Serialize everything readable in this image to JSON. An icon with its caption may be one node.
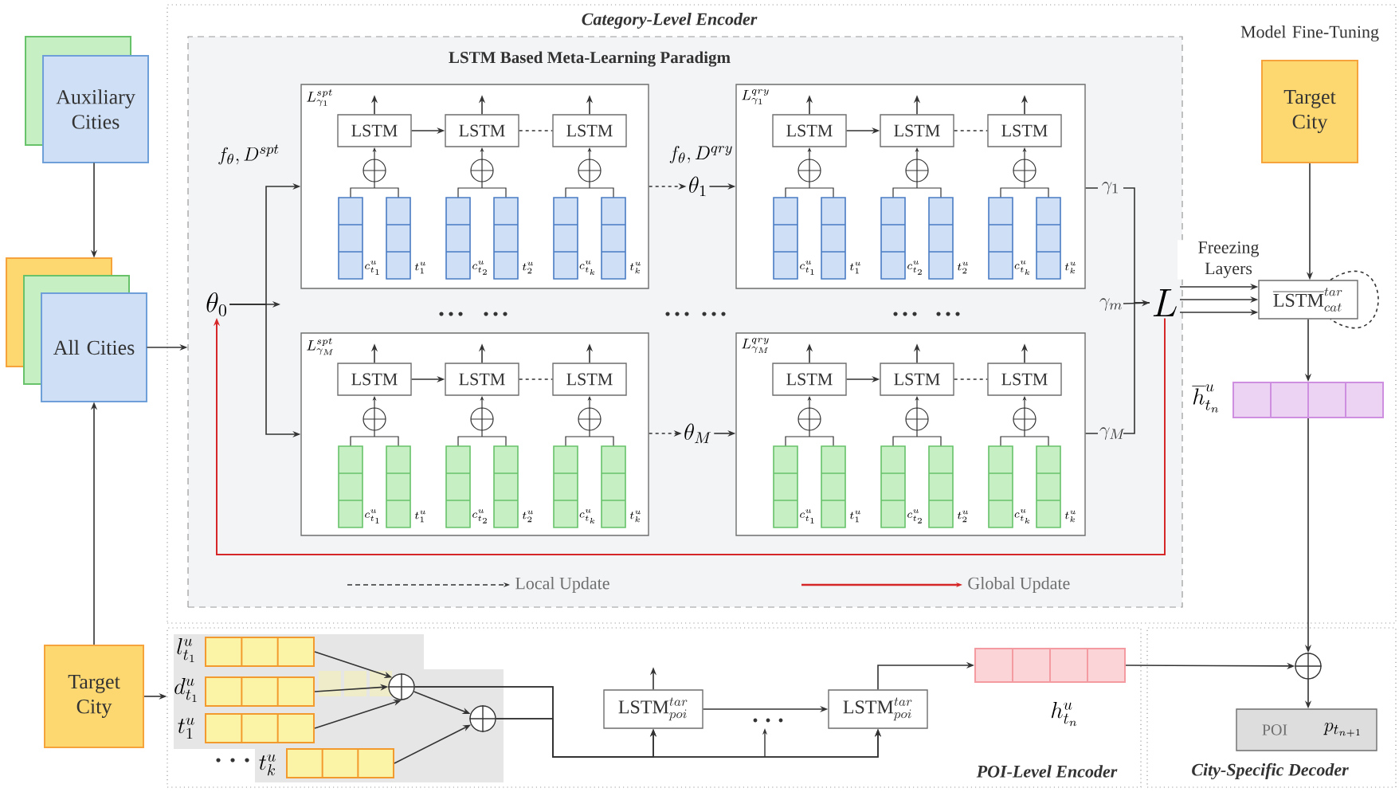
{
  "diagram": {
    "nodes": [
      {
        "text": [
          "Category-Level Encoder"
        ]
      },
      {
        "text": [
          "LSTM Based Meta-Learning Paradigm"
        ],
        "in": 0
      },
      {
        "text": [
          "Auxiliary Cities"
        ]
      },
      {
        "text": [
          "All Cities"
        ]
      },
      {
        "text": [
          "Model Fine-Tuning",
          "Target City"
        ],
        "in": 0
      },
      {
        "text": [
          "\\theta_0"
        ],
        "in": 1
      },
      {
        "text": [
          "L^{spt}_{\\gamma_1}"
        ],
        "in": 1
      },
      {
        "text": [
          "LSTM"
        ],
        "in": 6
      },
      {
        "text": [
          "LSTM"
        ],
        "in": 6
      },
      {
        "text": [
          "LSTM"
        ],
        "in": 6
      },
      {
        "text": [
          "\\theta_1"
        ],
        "in": 1
      },
      {
        "text": [
          "L^{qry}_{\\gamma_1}"
        ],
        "in": 1
      },
      {
        "text": [
          "LSTM"
        ],
        "in": 11
      },
      {
        "text": [
          "LSTM"
        ],
        "in": 11
      },
      {
        "text": [
          "LSTM"
        ],
        "in": 11
      },
      {
        "text": [
          "L"
        ],
        "in": 1
      },
      {
        "text": [
          "\\overline{\\mathrm{LSTM}}^{tar}_{cat}"
        ],
        "in": 0
      },
      {
        "text": [
          "L^{spt}_{\\gamma_M}"
        ],
        "in": 1
      },
      {
        "text": [
          "LSTM"
        ],
        "in": 17
      },
      {
        "text": [
          "LSTM"
        ],
        "in": 17
      },
      {
        "text": [
          "LSTM"
        ],
        "in": 17
      },
      {
        "text": [
          "\\theta_M"
        ],
        "in": 1
      },
      {
        "text": [
          "L^{qry}_{\\gamma_M}"
        ],
        "in": 1
      },
      {
        "text": [
          "LSTM"
        ],
        "in": 22
      },
      {
        "text": [
          "LSTM"
        ],
        "in": 22
      },
      {
        "text": [
          "LSTM"
        ],
        "in": 22
      },
      {
        "text": [],
        "shape": "bar",
        "beside": [
          "\\overline{h}^u_{t_n}"
        ],
        "in": 0
      },
      {
        "text": [
          "Target City"
        ]
      },
      {
        "text": [
          "POI-Level Encoder"
        ]
      },
      {
        "text": [],
        "shape": "bar",
        "beside": [
          "l^u_{t_1}"
        ],
        "in": 28
      },
      {
        "text": [],
        "shape": "bar",
        "beside": [
          "d^u_{t_1}"
        ],
        "in": 28
      },
      {
        "text": [],
        "shape": "bar",
        "in": 28
      },
      {
        "text": [],
        "shape": "bar",
        "in": 28
      },
      {
        "text": [],
        "shape": "circle",
        "in": 28
      },
      {
        "text": [],
        "shape": "circle",
        "in": 28
      },
      {
        "text": [
          "\\mathrm{LSTM}^{tar}_{poi}"
        ],
        "in": 28
      },
      {
        "text": [
          "\\mathrm{LSTM}^{tar}_{poi}"
        ],
        "in": 28
      },
      {
        "text": [],
        "shape": "bar",
        "beside": [
          "h^u_{t_n}"
        ],
        "in": 28
      },
      {
        "text": [
          "City-Specific Decoder"
        ]
      },
      {
        "text": [],
        "shape": "circle",
        "in": 38
      },
      {
        "text": [
          "POI",
          "p_{t_{n+1}}"
        ],
        "in": 38
      }
    ],
    "edges": [
      {
        "from": 2,
        "to": 3,
        "arrow": "to"
      },
      {
        "from": 3,
        "to": 1,
        "arrow": "to"
      },
      {
        "from": 27,
        "to": 3,
        "arrow": "to"
      },
      {
        "from": 27,
        "to": 28,
        "arrow": "to"
      },
      {
        "from": 5,
        "to": 6,
        "arrow": "to"
      },
      {
        "from": 5,
        "to": 17,
        "arrow": "to"
      },
      {
        "from": 5,
        "to": null,
        "arrow": "to"
      },
      {
        "from": 6,
        "to": 10,
        "arrow": "to",
        "style": "dashed"
      },
      {
        "from": 10,
        "to": 11,
        "arrow": "to"
      },
      {
        "from": 17,
        "to": 21,
        "arrow": "to",
        "style": "dashed"
      },
      {
        "from": 21,
        "to": 22,
        "arrow": "to"
      },
      {
        "from": 11,
        "to": 15,
        "arrow": "none",
        "label": "\\gamma_1"
      },
      {
        "from": 22,
        "to": 15,
        "arrow": "none",
        "label": "\\gamma_M"
      },
      {
        "from": null,
        "to": 15,
        "arrow": "to",
        "label": "\\gamma_m"
      },
      {
        "from": 15,
        "to": 5,
        "arrow": "to",
        "color": "#d62728"
      },
      {
        "from": 15,
        "to": 16,
        "arrow": "to",
        "label": "Freezing Layers"
      },
      {
        "from": 15,
        "to": 16,
        "arrow": "to"
      },
      {
        "from": 15,
        "to": 16,
        "arrow": "to"
      },
      {
        "from": 4,
        "to": 16,
        "arrow": "to"
      },
      {
        "from": 16,
        "to": 16,
        "arrow": "none",
        "style": "dashed"
      },
      {
        "from": 16,
        "to": 26,
        "arrow": "to"
      },
      {
        "from": 26,
        "to": 39,
        "arrow": "to"
      },
      {
        "from": 29,
        "to": 33,
        "arrow": "to"
      },
      {
        "from": 30,
        "to": 33,
        "arrow": "to"
      },
      {
        "from": 31,
        "to": 33,
        "arrow": "to"
      },
      {
        "from": 33,
        "to": 34,
        "arrow": "to"
      },
      {
        "from": 32,
        "to": 34,
        "arrow": "to"
      },
      {
        "from": 33,
        "to": 35,
        "arrow": "to"
      },
      {
        "from": 33,
        "to": 36,
        "arrow": "to"
      },
      {
        "from": 34,
        "to": 35,
        "arrow": "to"
      },
      {
        "from": 34,
        "to": 36,
        "arrow": "to"
      },
      {
        "from": 35,
        "to": 36,
        "arrow": "to"
      },
      {
        "from": 35,
        "to": null,
        "arrow": "to"
      },
      {
        "from": 36,
        "to": 37,
        "arrow": "to"
      },
      {
        "from": 37,
        "to": 39,
        "arrow": "to"
      },
      {
        "from": 39,
        "to": 40,
        "arrow": "to"
      },
      {
        "from": 7,
        "to": 8,
        "arrow": "to"
      },
      {
        "from": 8,
        "to": 9,
        "arrow": "none",
        "style": "dashed"
      },
      {
        "from": 7,
        "to": null,
        "arrow": "to"
      },
      {
        "from": 8,
        "to": null,
        "arrow": "to"
      },
      {
        "from": 9,
        "to": null,
        "arrow": "to"
      },
      {
        "from": 12,
        "to": 13,
        "arrow": "to"
      },
      {
        "from": 13,
        "to": 14,
        "arrow": "none",
        "style": "dashed"
      },
      {
        "from": 12,
        "to": null,
        "arrow": "to"
      },
      {
        "from": 13,
        "to": null,
        "arrow": "to"
      },
      {
        "from": 14,
        "to": null,
        "arrow": "to"
      },
      {
        "from": 18,
        "to": 19,
        "arrow": "to"
      },
      {
        "from": 19,
        "to": 20,
        "arrow": "none",
        "style": "dashed"
      },
      {
        "from": 18,
        "to": null,
        "arrow": "to"
      },
      {
        "from": 19,
        "to": null,
        "arrow": "to"
      },
      {
        "from": 20,
        "to": null,
        "arrow": "to"
      },
      {
        "from": 23,
        "to": 24,
        "arrow": "to"
      },
      {
        "from": 24,
        "to": 25,
        "arrow": "none",
        "style": "dashed"
      },
      {
        "from": 23,
        "to": null,
        "arrow": "to"
      },
      {
        "from": 24,
        "to": null,
        "arrow": "to"
      },
      {
        "from": 25,
        "to": null,
        "arrow": "to"
      }
    ],
    "labels": [
      "f_\\theta, D^{spt}",
      "f_\\theta, D^{qry}",
      "c^u_{t_1}",
      "t^u_1",
      "c^u_{t_2}",
      "t^u_2",
      "c^u_{t_k}",
      "t^u_k",
      "c^u_{t_1}",
      "t^u_1",
      "c^u_{t_2}",
      "t^u_2",
      "c^u_{t_k}",
      "t^u_k",
      "c^u_{t_1}",
      "t^u_1",
      "c^u_{t_2}",
      "t^u_2",
      "c^u_{t_k}",
      "t^u_k",
      "c^u_{t_1}",
      "t^u_1",
      "c^u_{t_2}",
      "t^u_2",
      "c^u_{t_k}",
      "t^u_k",
      "t^u_1",
      "t^u_k"
    ],
    "legend": [
      {
        "text": "Local Update"
      },
      {
        "text": "Global Update"
      }
    ]
  }
}
